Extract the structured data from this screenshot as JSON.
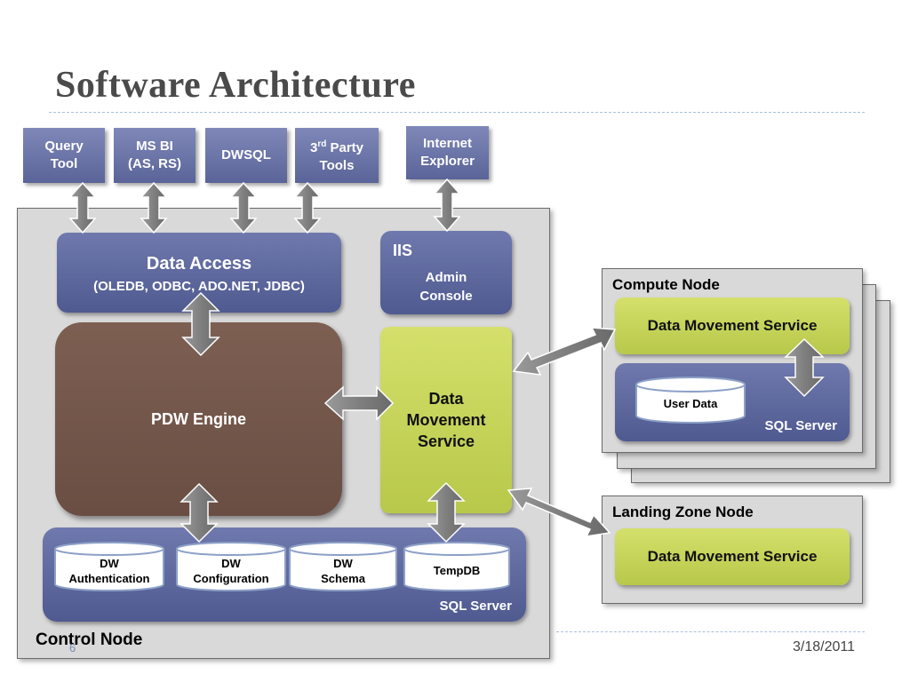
{
  "slide": {
    "title": "Software Architecture",
    "page_number": "6",
    "date": "3/18/2011"
  },
  "clients": [
    {
      "line1": "Query",
      "line2": "Tool"
    },
    {
      "line1": "MS BI",
      "line2": "(AS, RS)"
    },
    {
      "line1": "DWSQL"
    },
    {
      "line1a": "3",
      "sup": "rd",
      "line1b": " Party",
      "line2": "Tools"
    },
    {
      "line1": "Internet",
      "line2": "Explorer"
    }
  ],
  "control_node": {
    "label": "Control Node",
    "data_access": {
      "title": "Data Access",
      "subtitle": "(OLEDB, ODBC, ADO.NET, JDBC)"
    },
    "iis": {
      "title": "IIS",
      "line1": "Admin",
      "line2": "Console"
    },
    "pdw_engine": "PDW Engine",
    "dms": {
      "line1": "Data",
      "line2": "Movement",
      "line3": "Service"
    },
    "sql_server": {
      "label": "SQL Server",
      "databases": [
        {
          "line1": "DW",
          "line2": "Authentication"
        },
        {
          "line1": "DW",
          "line2": "Configuration"
        },
        {
          "line1": "DW",
          "line2": "Schema"
        },
        {
          "line1": "TempDB"
        }
      ]
    }
  },
  "compute_node": {
    "label": "Compute Node",
    "dms": "Data Movement Service",
    "user_data": "User Data",
    "sql_server": "SQL Server"
  },
  "landing_zone_node": {
    "label": "Landing Zone Node",
    "dms": "Data Movement Service"
  }
}
